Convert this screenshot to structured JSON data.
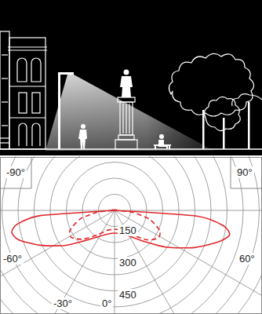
{
  "diagram": {
    "labels": [
      "-90°",
      "90°",
      "-60°",
      "60°",
      "-30°",
      "0°",
      "150",
      "300",
      "450"
    ]
  }
}
